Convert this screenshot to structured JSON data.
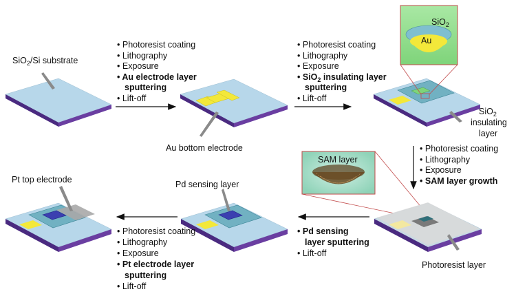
{
  "labels": {
    "substrate_pre": "SiO",
    "substrate_sub": "2",
    "substrate_post": "/Si substrate",
    "au_bottom": "Au bottom electrode",
    "sio2_ins_pre": "SiO",
    "sio2_ins_sub": "2",
    "sio2_ins_l2": "insulating",
    "sio2_ins_l3": "layer",
    "inset_sio2_pre": "SiO",
    "inset_sio2_sub": "2",
    "inset_au": "Au",
    "sam_layer": "SAM layer",
    "photoresist_layer": "Photoresist layer",
    "pd_sensing": "Pd sensing layer",
    "pt_top": "Pt top electrode"
  },
  "step1": {
    "items": [
      "Photoresist coating",
      "Lithography",
      "Exposure"
    ],
    "bold1": "Au electrode layer",
    "bold2": "sputtering",
    "last": "Lift-off"
  },
  "step2": {
    "items": [
      "Photoresist coating",
      "Lithography",
      "Exposure"
    ],
    "bold1_pre": "SiO",
    "bold1_sub": "2",
    "bold1_post": " insulating layer",
    "bold2": "sputtering",
    "last": "Lift-off"
  },
  "step3": {
    "items": [
      "Photoresist coating",
      "Lithography",
      "Exposure"
    ],
    "bold1": "SAM layer growth"
  },
  "step4": {
    "bold1": "Pd sensing",
    "bold2": "layer sputtering",
    "last": "Lift-off"
  },
  "step5": {
    "items": [
      "Photoresist coating",
      "Lithography",
      "Exposure"
    ],
    "bold1": "Pt electrode layer",
    "bold2": "sputtering",
    "last": "Lift-off"
  },
  "colors": {
    "substrate_top": "#b7d7ea",
    "substrate_side": "#6a3ea1",
    "gold": "#f3e83a",
    "sio2": "#5fa8b8",
    "pd": "#3b3fb0",
    "photoresist": "#d9d9d9",
    "inset_border": "#c24a4a"
  }
}
